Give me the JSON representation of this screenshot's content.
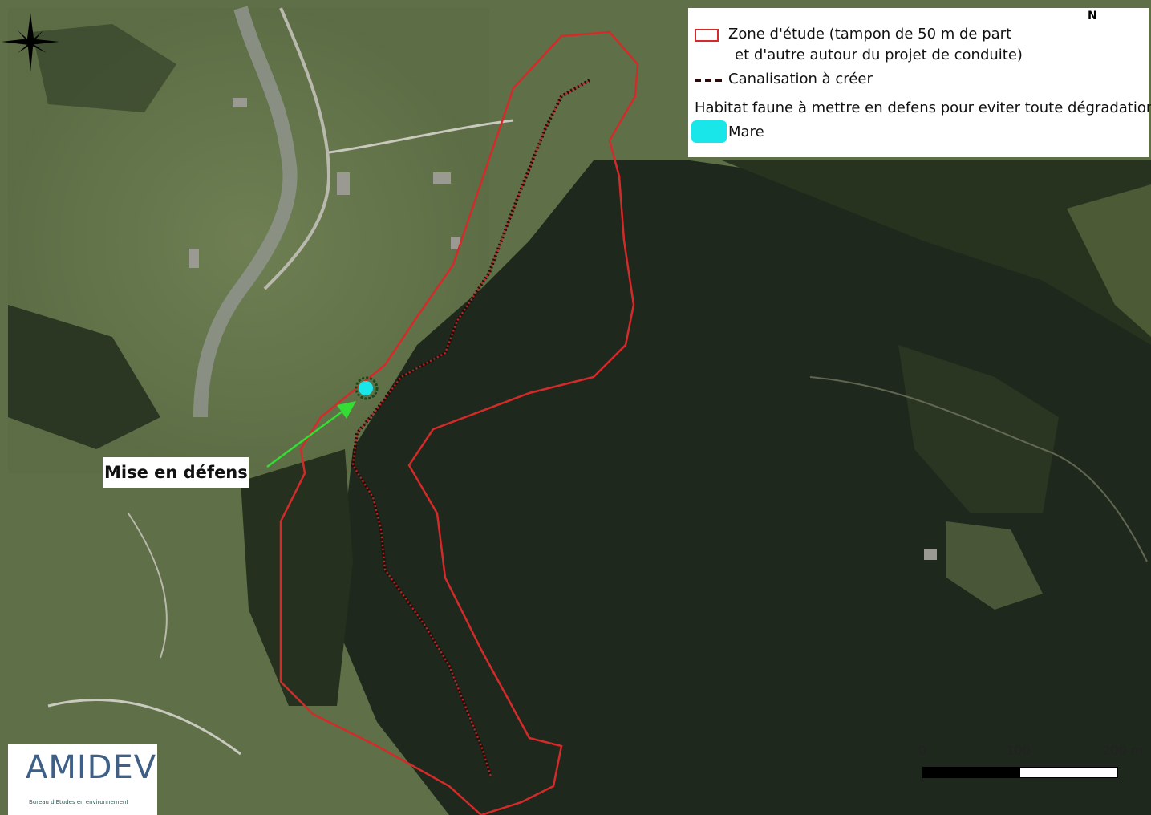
{
  "legend": {
    "zone_line1": "Zone d'étude (tampon de 50 m de part",
    "zone_line2": "et d'autre autour du projet de conduite)",
    "canalisation": "Canalisation à créer",
    "habitat_title": "Habitat faune à mettre en defens pour eviter toute dégradation",
    "mare": "Mare"
  },
  "north_arrow": {
    "letter": "N",
    "icon": "north-arrow-icon"
  },
  "annotation": {
    "mise_en_defens": "Mise en défens",
    "arrow_color": "#33dd33"
  },
  "scale": {
    "ticks": [
      "0",
      "100",
      "200 m"
    ]
  },
  "logo": {
    "name": "AMIDEV",
    "subtitle": "Bureau d'Etudes en environnement"
  },
  "colors": {
    "study_zone": "#d42a2a",
    "pipeline": "#2a0a0a",
    "mare": "#19e6e8",
    "forest": "#1f2a1d",
    "meadow": "#5d6e46"
  }
}
